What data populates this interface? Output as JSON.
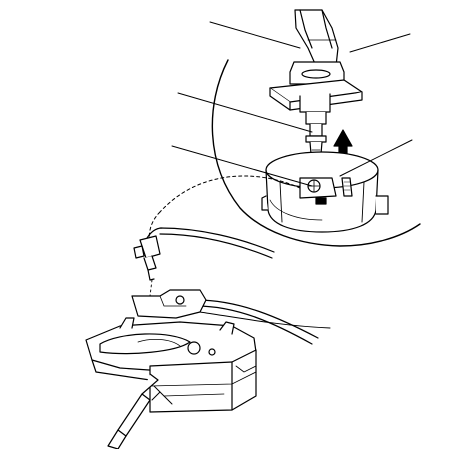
{
  "figure": {
    "kind": "technical-line-drawing",
    "labels": [],
    "callouts": [
      {
        "id": "callout-1"
      },
      {
        "id": "callout-2"
      },
      {
        "id": "callout-3"
      },
      {
        "id": "callout-4"
      },
      {
        "id": "callout-5"
      }
    ],
    "colors": {
      "ink": "#000000",
      "paper": "#ffffff",
      "shade": "#bdbdbd"
    }
  }
}
